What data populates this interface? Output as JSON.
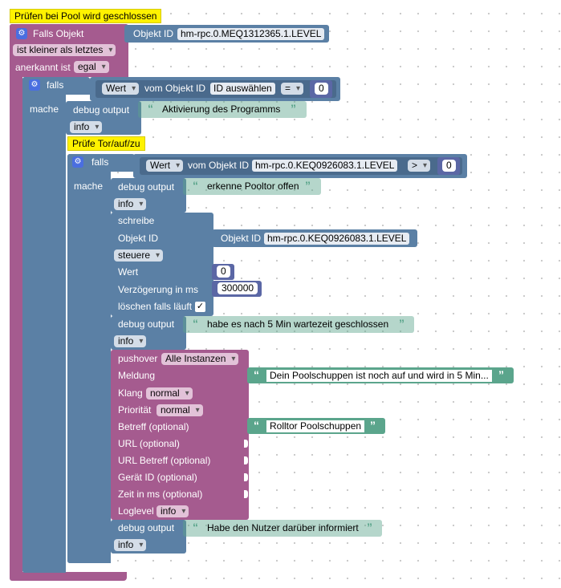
{
  "comment_top": "Prüfen bei Pool wird geschlossen",
  "comment_tor": "Prüfe Tor/auf/zu",
  "trigger": {
    "label": "Falls Objekt",
    "object_label": "Objekt ID",
    "object_id": "hm-rpc.0.MEQ1312365.1.LEVEL",
    "condition": "ist kleiner als letztes",
    "ack_label": "anerkannt ist",
    "ack_value": "egal"
  },
  "if1": {
    "falls_label": "falls",
    "mache_label": "mache",
    "prop": "Wert",
    "vom_label": "vom Objekt ID",
    "object_select": "ID auswählen",
    "operator": "=",
    "value": "0"
  },
  "debug1": {
    "label": "debug output",
    "text": "Aktivierung des Programms",
    "level": "info"
  },
  "if2": {
    "falls_label": "falls",
    "mache_label": "mache",
    "prop": "Wert",
    "vom_label": "vom Objekt ID",
    "object_id": "hm-rpc.0.KEQ0926083.1.LEVEL",
    "operator": ">",
    "value": "0"
  },
  "debug2": {
    "label": "debug output",
    "text": "erkenne Pooltor offen",
    "level": "info"
  },
  "write": {
    "title": "schreibe",
    "object_label": "Objekt ID",
    "obj_block_label": "Objekt ID",
    "object_id": "hm-rpc.0.KEQ0926083.1.LEVEL",
    "mode": "steuere",
    "wert_label": "Wert",
    "wert_value": "0",
    "delay_label": "Verzögerung in ms",
    "delay_value": "300000",
    "clear_label": "löschen falls läuft",
    "clear_checked": "✓"
  },
  "debug3": {
    "label": "debug output",
    "text": "habe es nach 5 Min wartezeit geschlossen",
    "level": "info"
  },
  "pushover": {
    "label": "pushover",
    "instance": "Alle Instanzen",
    "message_label": "Meldung",
    "message_value": "Dein Poolschuppen ist noch auf und wird in 5 Min...",
    "sound_label": "Klang",
    "sound_value": "normal",
    "priority_label": "Priorität",
    "priority_value": "normal",
    "subject_label": "Betreff (optional)",
    "subject_value": "Rolltor Poolschuppen",
    "url_label": "URL (optional)",
    "url_title_label": "URL Betreff (optional)",
    "device_label": "Gerät ID (optional)",
    "time_label": "Zeit in ms (optional)",
    "loglevel_label": "Loglevel",
    "loglevel_value": "info"
  },
  "debug4": {
    "label": "debug output",
    "text": "Habe den Nutzer darüber informiert",
    "level": "info"
  },
  "colors": {
    "event_block": "#a55b8f",
    "logic_block": "#5b80a5",
    "text_block": "#5ba58c",
    "number_block": "#5b67a5",
    "comment": "#fff200"
  }
}
